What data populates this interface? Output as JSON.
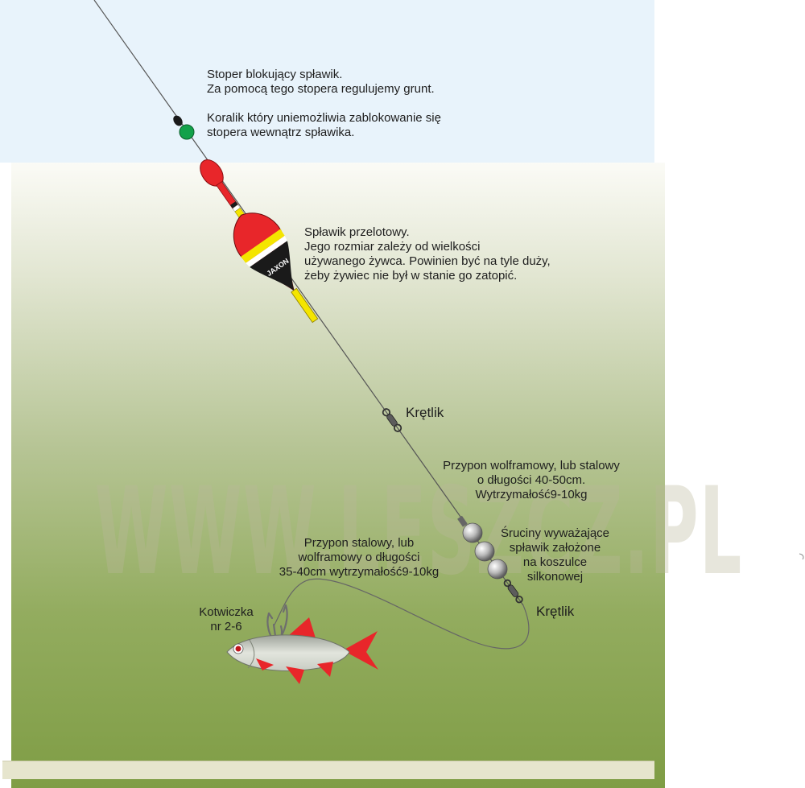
{
  "watermark": "WWW.LESZCZ.PL",
  "float_brand": "JAXON",
  "labels": {
    "stopper": [
      "Stoper blokujący spławik.",
      "Za pomocą tego stopera regulujemy grunt."
    ],
    "bead": [
      "Koralik który uniemożliwia zablokowanie się",
      "stopera wewnątrz spławika."
    ],
    "float": [
      "Spławik przelotowy.",
      "Jego rozmiar zależy od wielkości",
      "używanego żywca. Powinien być na tyle duży,",
      "żeby żywiec nie był w stanie go zatopić."
    ],
    "swivel_top": "Krętlik",
    "leader_tungsten": [
      "Przypon wolframowy, lub stalowy",
      "o długości 40-50cm.",
      "Wytrzymałość9-10kg"
    ],
    "shots": [
      "Śruciny wyważające",
      "spławik założone",
      "na koszulce",
      "silkonowej"
    ],
    "swivel_bottom": "Krętlik",
    "leader_steel": [
      "Przypon stalowy, lub",
      "wolframowy o długości",
      "35-40cm wytrzymałość9-10kg"
    ],
    "hook": [
      "Kotwiczka",
      "nr 2-6"
    ]
  },
  "colors": {
    "sky": "#e8f3fb",
    "float_red": "#e8262a",
    "float_yellow": "#f4e500",
    "float_black": "#1a1a1a",
    "bead_green": "#12a14a",
    "fins_red": "#e8262a"
  }
}
